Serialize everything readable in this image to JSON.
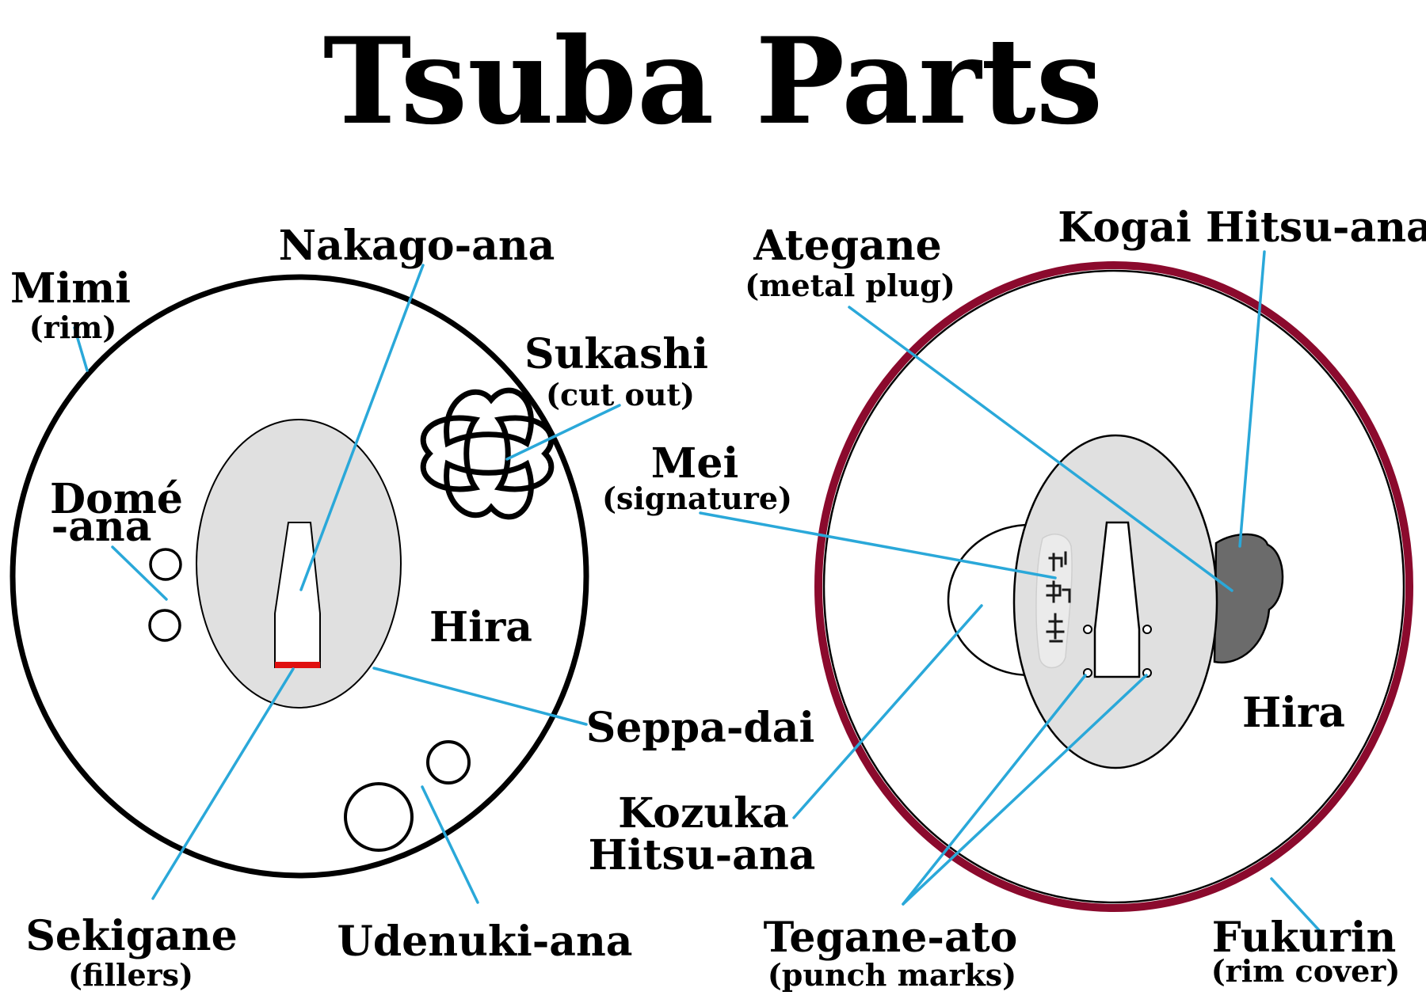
{
  "title": "Tsuba Parts",
  "colors": {
    "leader_line": "#2aa8d9",
    "seppa_dai_fill": "#e0e0e0",
    "fukurin_rim": "#8b0a2d",
    "sekigane": "#e01010",
    "kogai_hitsu_ana": "#6b6b6b",
    "outline": "#000000"
  },
  "left_tsuba": {
    "mimi": {
      "label": "Mimi",
      "note": "(rim)"
    },
    "nakago_ana": {
      "label": "Nakago-ana"
    },
    "sukashi": {
      "label": "Sukashi",
      "note": "(cut out)"
    },
    "dome_ana": {
      "label_line1": "Domé",
      "label_line2": "-ana"
    },
    "hira": {
      "label": "Hira"
    },
    "seppa_dai": {
      "label": "Seppa-dai"
    },
    "sekigane": {
      "label": "Sekigane",
      "note": "(fillers)"
    },
    "udenuki_ana": {
      "label": "Udenuki-ana"
    }
  },
  "right_tsuba": {
    "ategane": {
      "label": "Ategane",
      "note": "(metal plug)"
    },
    "kogai_hitsu_ana": {
      "label": "Kogai Hitsu-ana"
    },
    "mei": {
      "label": "Mei",
      "note": "(signature)"
    },
    "hira": {
      "label": "Hira"
    },
    "kozuka_hitsu_ana": {
      "label_line1": "Kozuka",
      "label_line2": "Hitsu-ana"
    },
    "tegane_ato": {
      "label": "Tegane-ato",
      "note": "(punch marks)"
    },
    "fukurin": {
      "label": "Fukurin",
      "note": "(rim cover)"
    }
  }
}
